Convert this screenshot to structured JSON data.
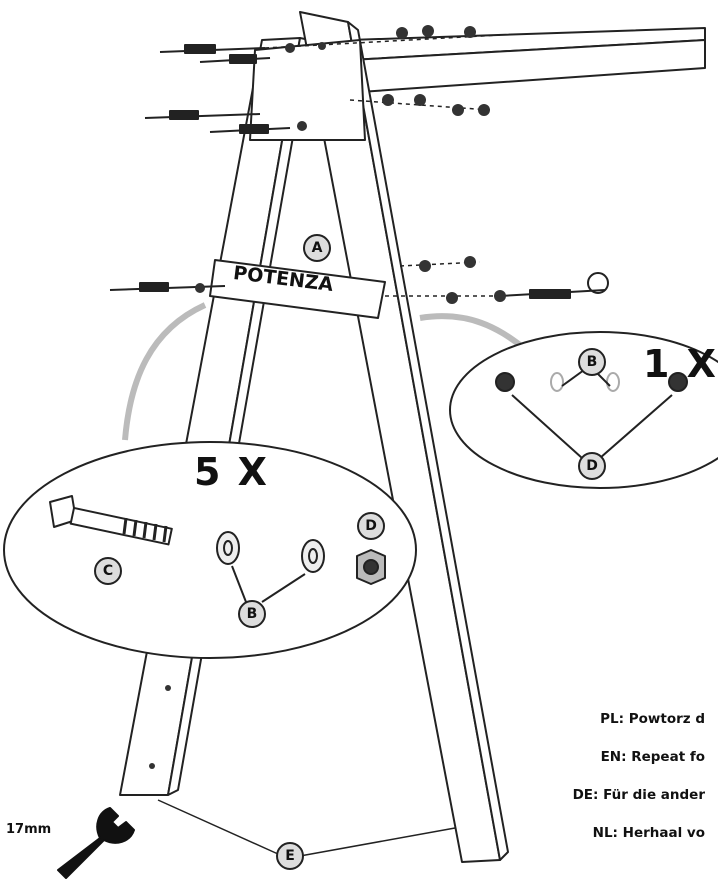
{
  "brand": "POTENZA",
  "part_labels": {
    "a": "A",
    "b": "B",
    "c": "C",
    "d": "D",
    "e": "E"
  },
  "callouts": {
    "right": {
      "quantity": "1 X",
      "washer_label": "B",
      "nut_label": "D"
    },
    "left": {
      "quantity": "5 X",
      "bolt_label": "C",
      "washer_label": "B",
      "nut_label": "D"
    }
  },
  "tool": {
    "size": "17mm",
    "icon": "wrench-icon"
  },
  "instructions": [
    {
      "lang": "PL",
      "text": ": Powtorz d"
    },
    {
      "lang": "EN",
      "text": ": Repeat fo"
    },
    {
      "lang": "DE",
      "text": ": Für die ander"
    },
    {
      "lang": "NL",
      "text": ": Herhaal vo"
    }
  ],
  "colors": {
    "line": "#222222",
    "fill_label": "#dddddd",
    "background": "#ffffff"
  }
}
